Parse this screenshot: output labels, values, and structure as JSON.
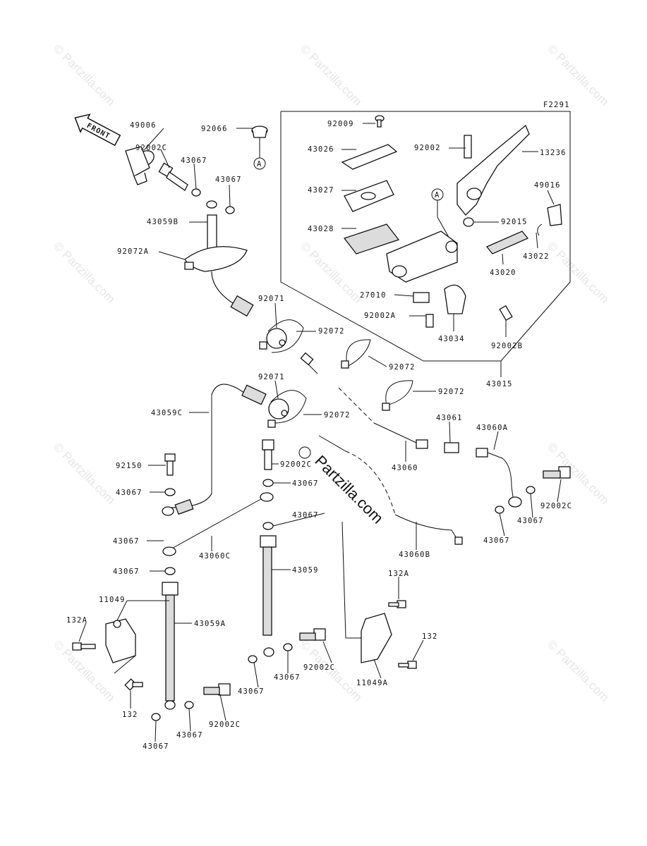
{
  "figure_code": "F2291",
  "front_arrow_label": "FRONT",
  "reference_mark": "A",
  "watermark_text": "© Partzilla.com",
  "center_watermark": "Partzilla.com",
  "labels": [
    {
      "id": "p49006",
      "text": "49006"
    },
    {
      "id": "p92066",
      "text": "92066"
    },
    {
      "id": "p92002C_a",
      "text": "92002C"
    },
    {
      "id": "p43067_a",
      "text": "43067"
    },
    {
      "id": "p43067_b",
      "text": "43067"
    },
    {
      "id": "p43059B",
      "text": "43059B"
    },
    {
      "id": "p92072A",
      "text": "92072A"
    },
    {
      "id": "p92009",
      "text": "92009"
    },
    {
      "id": "p92002",
      "text": "92002"
    },
    {
      "id": "p13236",
      "text": "13236"
    },
    {
      "id": "p43026",
      "text": "43026"
    },
    {
      "id": "p43027",
      "text": "43027"
    },
    {
      "id": "p43028",
      "text": "43028"
    },
    {
      "id": "p49016",
      "text": "49016"
    },
    {
      "id": "p92015",
      "text": "92015"
    },
    {
      "id": "p43022",
      "text": "43022"
    },
    {
      "id": "p43020",
      "text": "43020"
    },
    {
      "id": "p27010",
      "text": "27010"
    },
    {
      "id": "p92002A",
      "text": "92002A"
    },
    {
      "id": "p43034",
      "text": "43034"
    },
    {
      "id": "p92002B",
      "text": "92002B"
    },
    {
      "id": "p43015",
      "text": "43015"
    },
    {
      "id": "p92071_a",
      "text": "92071"
    },
    {
      "id": "p92072_a",
      "text": "92072"
    },
    {
      "id": "p92072_b",
      "text": "92072"
    },
    {
      "id": "p92072_c",
      "text": "92072"
    },
    {
      "id": "p92071_b",
      "text": "92071"
    },
    {
      "id": "p92072_d",
      "text": "92072"
    },
    {
      "id": "p43059C",
      "text": "43059C"
    },
    {
      "id": "p43061",
      "text": "43061"
    },
    {
      "id": "p43060A",
      "text": "43060A"
    },
    {
      "id": "p43060",
      "text": "43060"
    },
    {
      "id": "p92150",
      "text": "92150"
    },
    {
      "id": "p92002C_b",
      "text": "92002C"
    },
    {
      "id": "p43067_c",
      "text": "43067"
    },
    {
      "id": "p43067_d",
      "text": "43067"
    },
    {
      "id": "p43067_e",
      "text": "43067"
    },
    {
      "id": "p92002C_c",
      "text": "92002C"
    },
    {
      "id": "p43067_f",
      "text": "43067"
    },
    {
      "id": "p43067_g",
      "text": "43067"
    },
    {
      "id": "p43067_h",
      "text": "43067"
    },
    {
      "id": "p43060C",
      "text": "43060C"
    },
    {
      "id": "p43060B",
      "text": "43060B"
    },
    {
      "id": "p43067_i",
      "text": "43067"
    },
    {
      "id": "p43059",
      "text": "43059"
    },
    {
      "id": "p132A_a",
      "text": "132A"
    },
    {
      "id": "p11049",
      "text": "11049"
    },
    {
      "id": "p132A_b",
      "text": "132A"
    },
    {
      "id": "p43059A",
      "text": "43059A"
    },
    {
      "id": "p132_a",
      "text": "132"
    },
    {
      "id": "p92002C_d",
      "text": "92002C"
    },
    {
      "id": "p43067_j",
      "text": "43067"
    },
    {
      "id": "p43067_k",
      "text": "43067"
    },
    {
      "id": "p11049A",
      "text": "11049A"
    },
    {
      "id": "p132_b",
      "text": "132"
    },
    {
      "id": "p43067_l",
      "text": "43067"
    },
    {
      "id": "p43067_m",
      "text": "43067"
    },
    {
      "id": "p92002C_e",
      "text": "92002C"
    },
    {
      "id": "p43067_n",
      "text": "43067"
    }
  ]
}
